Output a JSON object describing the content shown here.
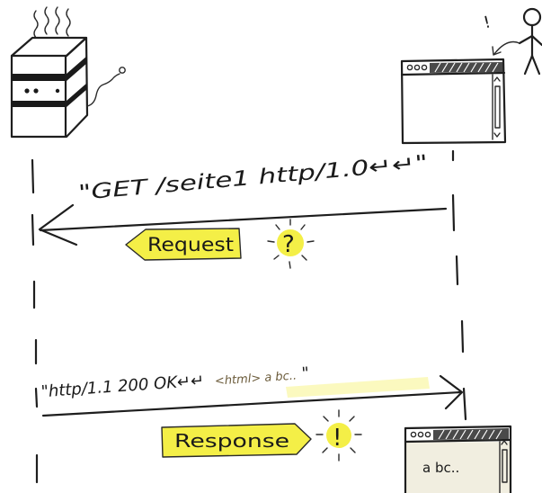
{
  "request": {
    "message": "\"GET  /seite1  http/1.0↵↵\"",
    "label": "Request",
    "symbol": "?"
  },
  "response": {
    "message_main": "\"http/1.1  200  OK↵↵",
    "message_body": "<html> a bc..",
    "message_end": "\"",
    "label": "Response",
    "symbol": "!"
  },
  "user": {
    "exclamation": "!"
  },
  "rendered_browser": {
    "content_text": "a bc.."
  },
  "colors": {
    "highlight": "#f4ef47",
    "ink": "#1e1e1e",
    "pencil": "#8a7a5a",
    "pale_fill": "#f1eee0"
  }
}
